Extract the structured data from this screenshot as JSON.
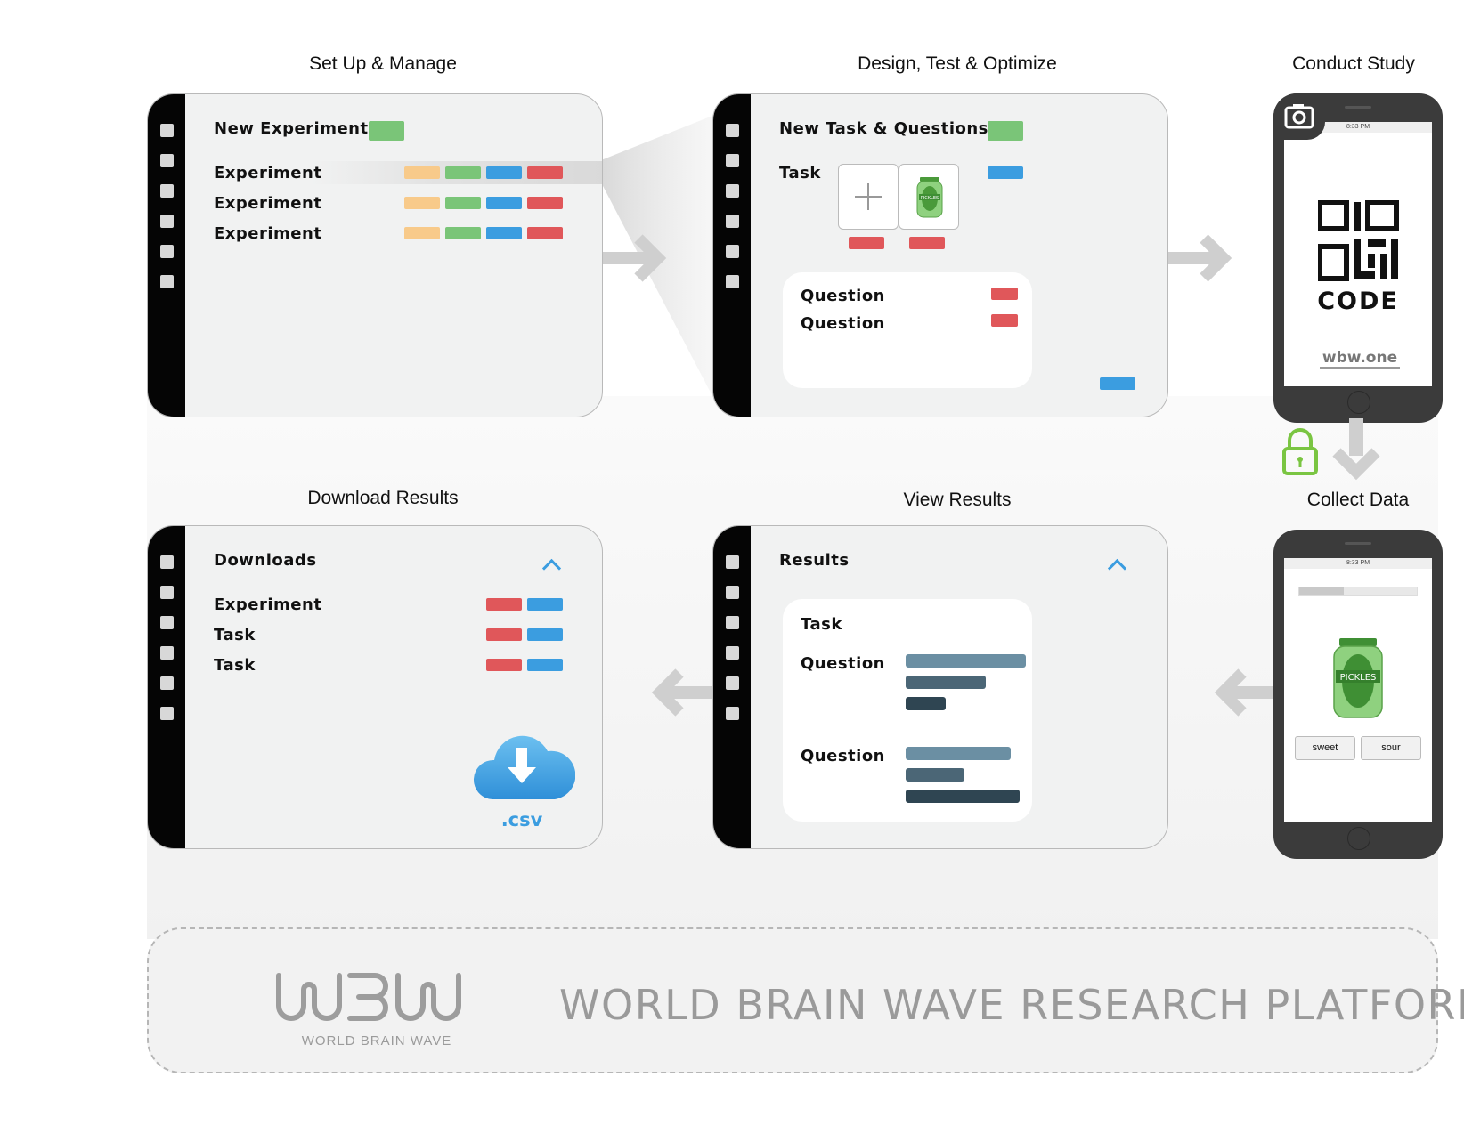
{
  "stages": {
    "setup": "Set Up & Manage",
    "design": "Design, Test & Optimize",
    "conduct": "Conduct Study",
    "collect": "Collect Data",
    "view": "View Results",
    "download": "Download Results"
  },
  "setup_panel": {
    "header": "New Experiment",
    "rows": [
      "Experiment",
      "Experiment",
      "Experiment"
    ]
  },
  "design_panel": {
    "header": "New Task & Questions",
    "task_label": "Task",
    "questions": [
      "Question",
      "Question"
    ],
    "jar_label": "PICKLES"
  },
  "qr_phone": {
    "time": "8:33 PM",
    "code_label": "CODE",
    "url": "wbw.one"
  },
  "collect_phone": {
    "time": "8:33 PM",
    "jar_label": "PICKLES",
    "answers": [
      "sweet",
      "sour"
    ]
  },
  "results_panel": {
    "header": "Results",
    "task_label": "Task",
    "questions": [
      "Question",
      "Question"
    ],
    "bars_q1": [
      0.78,
      0.52,
      0.26
    ],
    "bars_q2": [
      0.68,
      0.38,
      0.74
    ]
  },
  "downloads_panel": {
    "header": "Downloads",
    "rows": [
      "Experiment",
      "Task",
      "Task"
    ],
    "file_ext": ".csv"
  },
  "footer": {
    "logo_text": "WORLD BRAIN WAVE",
    "title": "WORLD BRAIN WAVE RESEARCH PLATFORM"
  },
  "colors": {
    "orange": "#f8ca8a",
    "green": "#7ac578",
    "blue": "#3b9de0",
    "red": "#e0575a",
    "arrow": "#cfcfcf",
    "bar_light": "#6b8fa3",
    "bar_mid": "#4b6676",
    "bar_dark": "#2f4552"
  }
}
